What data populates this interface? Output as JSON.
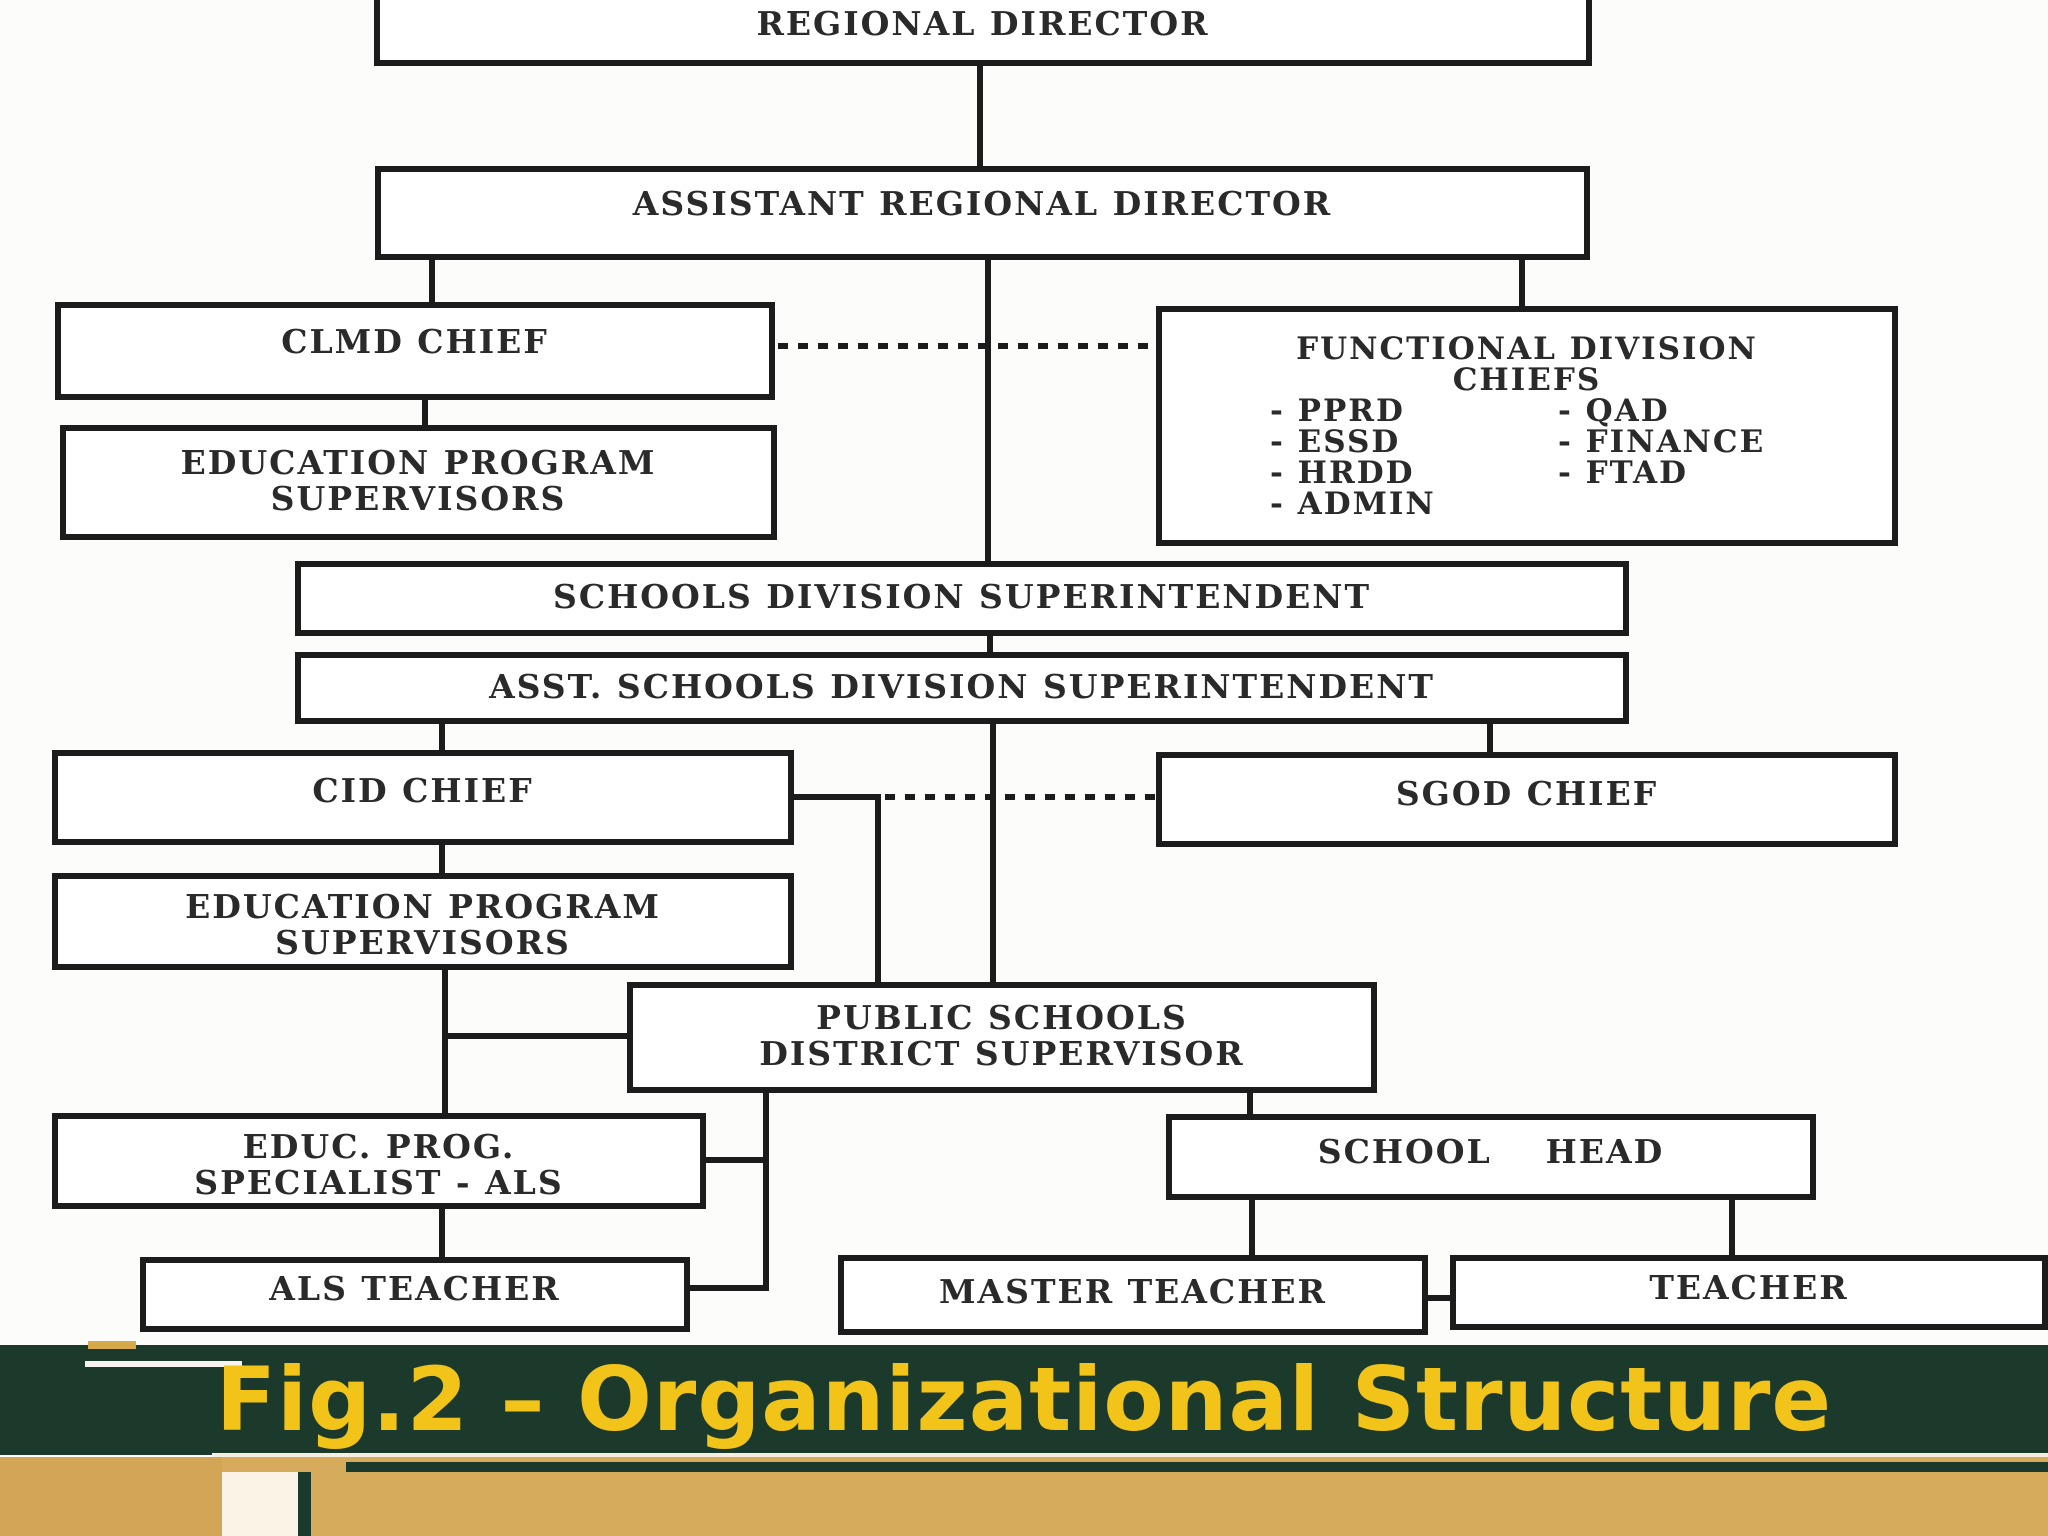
{
  "org_chart": {
    "regional_director": "REGIONAL DIRECTOR",
    "assistant_regional_director": "ASSISTANT REGIONAL DIRECTOR",
    "clmd_chief": "CLMD CHIEF",
    "education_program_supervisors_1": [
      "EDUCATION PROGRAM",
      "SUPERVISORS"
    ],
    "functional_division_chiefs": {
      "title": [
        "FUNCTIONAL DIVISION",
        "CHIEFS"
      ],
      "items_left": [
        "- PPRD",
        "- ESSD",
        "- HRDD",
        "- ADMIN"
      ],
      "items_right": [
        "- QAD",
        "- FINANCE",
        "- FTAD"
      ]
    },
    "schools_division_superintendent": "SCHOOLS DIVISION SUPERINTENDENT",
    "asst_schools_division_superintendent": "ASST. SCHOOLS DIVISION SUPERINTENDENT",
    "cid_chief": "CID CHIEF",
    "sgod_chief": "SGOD CHIEF",
    "education_program_supervisors_2": [
      "EDUCATION PROGRAM",
      "SUPERVISORS"
    ],
    "public_schools_district_supervisor": [
      "PUBLIC SCHOOLS",
      "DISTRICT SUPERVISOR"
    ],
    "educ_prog_specialist_als": [
      "EDUC. PROG.",
      "SPECIALIST - ALS"
    ],
    "school_head": "SCHOOL    HEAD",
    "als_teacher": "ALS TEACHER",
    "master_teacher": "MASTER TEACHER",
    "teacher": "TEACHER"
  },
  "caption": "Fig.2 – Organizational Structure",
  "colors": {
    "band_green": "#1b3a2c",
    "caption_yellow": "#f2c318",
    "gold": "#d6ab5b",
    "cream": "#fbf4e6"
  }
}
